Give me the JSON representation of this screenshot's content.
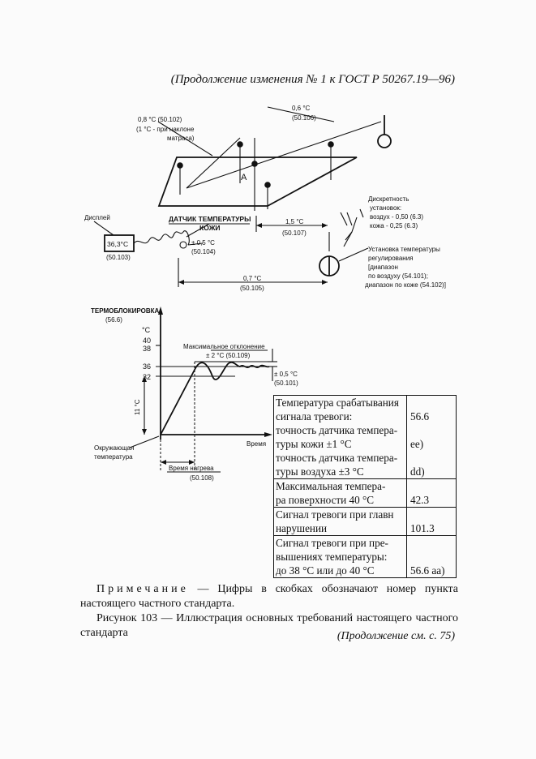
{
  "header": {
    "continuation": "(Продолжение изменения № 1 к ГОСТ Р 50267.19—96)"
  },
  "top_figure": {
    "label_08_a": "0,8 °С (50.102)",
    "label_08_b": "(1 °С - при наклоне",
    "label_08_c": "матраса)",
    "label_06": "0,6 °С",
    "label_06_ref": "(50.106)",
    "label_A": "А",
    "sensor_title": "ДАТЧИК ТЕМПЕРАТУРЫ",
    "sensor_sub": "КОЖИ",
    "display_caption": "Дисплей",
    "display_value": "36,3°С",
    "display_ref": "(50.103)",
    "sensor_acc": "± 0,5 °С",
    "sensor_ref": "(50.104)",
    "label_15": "1,5 °С",
    "label_15_ref": "(50.107)",
    "label_07": "0,7 °С",
    "label_07_ref": "(50.105)",
    "discrete_1": "Дискретность",
    "discrete_2": "установок:",
    "discrete_3": "воздух - 0,50 (6.3)",
    "discrete_4": "кожа - 0,25 (6.3)",
    "setpoint_1": "Установка температуры",
    "setpoint_2": "регулирования",
    "setpoint_3": "[диапазон",
    "setpoint_4": "по воздуху (54.101);",
    "setpoint_5": "диапазон по коже (54.102)]"
  },
  "bottom_figure": {
    "title": "ТЕРМОБЛОКИРОВКА",
    "title_ref": "(56.6)",
    "unit": "°С",
    "tick_40": "40",
    "tick_38": "38",
    "tick_36": "36",
    "tick_32": "32",
    "max_dev_1": "Максимальное отклонение",
    "max_dev_2": "± 2 °С (50.109)",
    "pm05": "± 0,5 °С",
    "pm05_ref": "(50.101)",
    "delta11": "11 °С",
    "ambient_1": "Окружающая",
    "ambient_2": "температура",
    "time": "Время",
    "heat_time": "Время нагрева",
    "heat_ref": "(50.108)"
  },
  "table": {
    "r1_l1": "Температура срабатывания",
    "r1_l2": "сигнала тревоги:",
    "r1_v1": "56.6",
    "r1_l3": "точность датчика темпера-",
    "r1_l4": "туры кожи ±1 °С",
    "r1_v2": "ее)",
    "r1_l5": "точность датчика темпера-",
    "r1_l6": "туры воздуха ±3 °С",
    "r1_v3": "dd)",
    "r2_l1": "Максимальная темпера-",
    "r2_l2": "ра поверхности 40 °С",
    "r2_v": "42.3",
    "r3_l1": "Сигнал тревоги при главн",
    "r3_l2": "нарушении",
    "r3_v": "101.3",
    "r4_l1": "Сигнал тревоги при пре-",
    "r4_l2": "вышениях температуры:",
    "r4_l3": "до 38 °С или до 40 °С",
    "r4_v": "56.6 аа)"
  },
  "note": {
    "label": "Примечание",
    "text": " — Цифры в скобках обозначают номер пункта настоящего частного стандарта.",
    "caption": "Рисунок 103 — Иллюстрация основных требований настоящего частного стандарта"
  },
  "footer": {
    "continuation": "(Продолжение см. с. 75)"
  }
}
